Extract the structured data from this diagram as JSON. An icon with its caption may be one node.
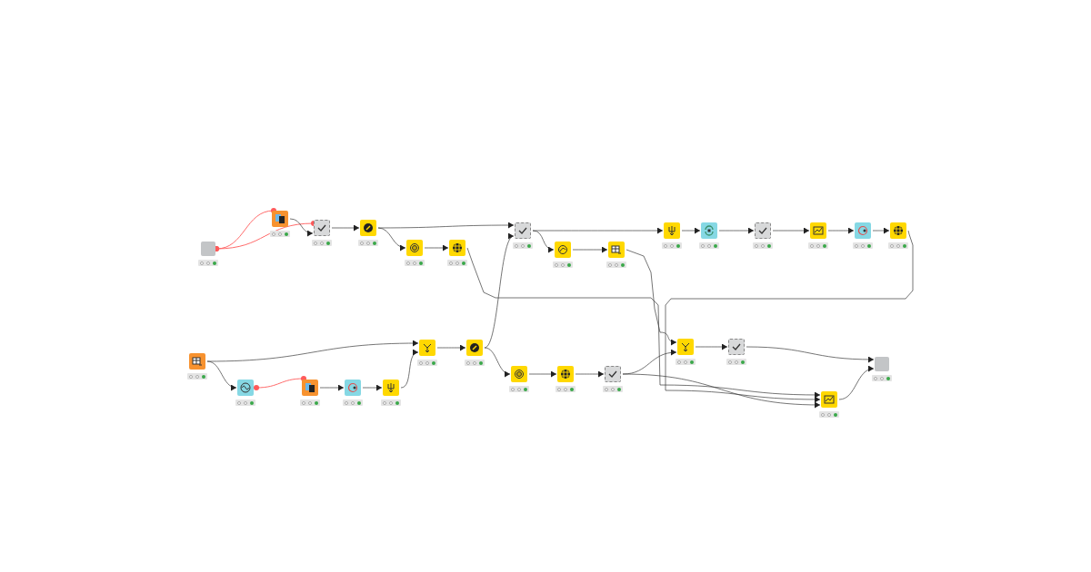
{
  "diagram": {
    "nodes": [
      {
        "text": [],
        "shape": "box"
      },
      {
        "text": [],
        "shape": "box"
      },
      {
        "text": [],
        "shape": "box"
      },
      {
        "text": [],
        "shape": "box"
      },
      {
        "text": [],
        "shape": "box"
      },
      {
        "text": [],
        "shape": "box"
      },
      {
        "text": [],
        "shape": "box"
      },
      {
        "text": [],
        "shape": "box"
      },
      {
        "text": [],
        "shape": "box"
      },
      {
        "text": [],
        "shape": "box"
      },
      {
        "text": [],
        "shape": "box"
      },
      {
        "text": [],
        "shape": "box"
      },
      {
        "text": [],
        "shape": "box"
      },
      {
        "text": [],
        "shape": "box"
      },
      {
        "text": [],
        "shape": "box"
      },
      {
        "text": [],
        "shape": "box"
      },
      {
        "text": [],
        "shape": "box"
      },
      {
        "text": [],
        "shape": "box"
      },
      {
        "text": [],
        "shape": "box"
      },
      {
        "text": [],
        "shape": "box"
      },
      {
        "text": [],
        "shape": "box"
      },
      {
        "text": [],
        "shape": "box"
      },
      {
        "text": [],
        "shape": "box"
      },
      {
        "text": [],
        "shape": "box"
      },
      {
        "text": [],
        "shape": "box"
      },
      {
        "text": [],
        "shape": "box"
      },
      {
        "text": [],
        "shape": "box"
      },
      {
        "text": [],
        "shape": "box"
      },
      {
        "text": [],
        "shape": "box"
      }
    ],
    "edges": [
      {
        "from": 0,
        "to": 1,
        "arrow": "other",
        "color": "#ff5a5a"
      },
      {
        "from": 0,
        "to": 2,
        "arrow": "other",
        "color": "#ff5a5a"
      },
      {
        "from": 1,
        "to": 2,
        "arrow": "to"
      },
      {
        "from": 2,
        "to": 3,
        "arrow": "to"
      },
      {
        "from": 3,
        "to": 4,
        "arrow": "to"
      },
      {
        "from": 3,
        "to": 6,
        "arrow": "to"
      },
      {
        "from": 4,
        "to": 5,
        "arrow": "to"
      },
      {
        "from": 5,
        "to": 28,
        "arrow": "to"
      },
      {
        "from": 6,
        "to": 7,
        "arrow": "to"
      },
      {
        "from": 6,
        "to": 9,
        "arrow": "to"
      },
      {
        "from": 7,
        "to": 8,
        "arrow": "to"
      },
      {
        "from": 8,
        "to": 25,
        "arrow": "to"
      },
      {
        "from": 9,
        "to": 10,
        "arrow": "to"
      },
      {
        "from": 10,
        "to": 11,
        "arrow": "to"
      },
      {
        "from": 11,
        "to": 12,
        "arrow": "to"
      },
      {
        "from": 12,
        "to": 13,
        "arrow": "to"
      },
      {
        "from": 13,
        "to": 14,
        "arrow": "to"
      },
      {
        "from": 14,
        "to": 28,
        "arrow": "to"
      },
      {
        "from": 15,
        "to": 16,
        "arrow": "to"
      },
      {
        "from": 15,
        "to": 20,
        "arrow": "to"
      },
      {
        "from": 16,
        "to": 17,
        "arrow": "other",
        "color": "#ff5a5a"
      },
      {
        "from": 17,
        "to": 18,
        "arrow": "to"
      },
      {
        "from": 18,
        "to": 19,
        "arrow": "to"
      },
      {
        "from": 19,
        "to": 20,
        "arrow": "to"
      },
      {
        "from": 20,
        "to": 21,
        "arrow": "to"
      },
      {
        "from": 21,
        "to": 6,
        "arrow": "to"
      },
      {
        "from": 21,
        "to": 22,
        "arrow": "to"
      },
      {
        "from": 22,
        "to": 23,
        "arrow": "to"
      },
      {
        "from": 23,
        "to": 24,
        "arrow": "to"
      },
      {
        "from": 24,
        "to": 25,
        "arrow": "to"
      },
      {
        "from": 24,
        "to": 28,
        "arrow": "to"
      },
      {
        "from": 25,
        "to": 26,
        "arrow": "to"
      },
      {
        "from": 26,
        "to": 27,
        "arrow": "to"
      },
      {
        "from": 28,
        "to": 27,
        "arrow": "to"
      }
    ]
  }
}
